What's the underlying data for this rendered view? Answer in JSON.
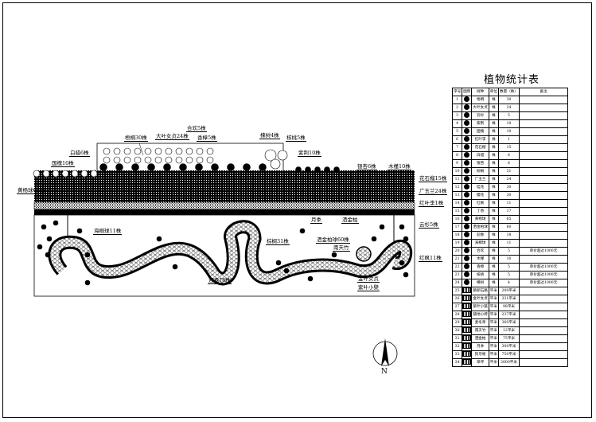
{
  "table": {
    "title": "植物统计表",
    "headers": [
      "序号",
      "图例",
      "树种",
      "单位",
      "数量（株）",
      "备注"
    ],
    "rows": [
      [
        "1",
        "梧桐",
        "株",
        "30",
        ""
      ],
      [
        "2",
        "大叶女贞",
        "株",
        "24",
        ""
      ],
      [
        "3",
        "云杉",
        "株",
        "5",
        ""
      ],
      [
        "4",
        "紫荆",
        "株",
        "10",
        ""
      ],
      [
        "5",
        "国槐",
        "株",
        "10",
        ""
      ],
      [
        "6",
        "红叶李",
        "株",
        "1",
        ""
      ],
      [
        "7",
        "花石榴",
        "株",
        "15",
        ""
      ],
      [
        "8",
        "白蜡",
        "株",
        "6",
        ""
      ],
      [
        "9",
        "银杏",
        "株",
        "6",
        ""
      ],
      [
        "10",
        "棕榈",
        "株",
        "31",
        ""
      ],
      [
        "11",
        "广玉兰",
        "株",
        "24",
        ""
      ],
      [
        "12",
        "桂花",
        "株",
        "30",
        ""
      ],
      [
        "13",
        "樱花",
        "株",
        "30",
        ""
      ],
      [
        "14",
        "红枫",
        "株",
        "11",
        ""
      ],
      [
        "15",
        "丁香",
        "株",
        "17",
        ""
      ],
      [
        "16",
        "黄杨球",
        "株",
        "65",
        ""
      ],
      [
        "17",
        "洒金柏球",
        "株",
        "60",
        ""
      ],
      [
        "18",
        "迎春",
        "株",
        "18",
        ""
      ],
      [
        "19",
        "海桐球",
        "株",
        "11",
        ""
      ],
      [
        "20",
        "合欢",
        "株",
        "5",
        "单价超过1000元"
      ],
      [
        "21",
        "木槿",
        "株",
        "10",
        ""
      ],
      [
        "22",
        "香樟",
        "株",
        "5",
        "单价超过1000元"
      ],
      [
        "23",
        "核桃",
        "株",
        "5",
        "单价超过1000元"
      ],
      [
        "24",
        "楝树",
        "株",
        "4",
        "单价超过1000元"
      ],
      [
        "25",
        "鹅卵石路",
        "平米",
        "200平米",
        ""
      ],
      [
        "26",
        "金叶女贞",
        "平米",
        "331平米",
        ""
      ],
      [
        "27",
        "紫叶小檗",
        "平米",
        "98平米",
        ""
      ],
      [
        "28",
        "铺地小砖",
        "平米",
        "237平米",
        ""
      ],
      [
        "29",
        "麦冬草",
        "平米",
        "360平米",
        ""
      ],
      [
        "30",
        "南天竹",
        "平米",
        "12平米",
        ""
      ],
      [
        "31",
        "洒金柏",
        "平米",
        "75平米",
        ""
      ],
      [
        "32",
        "月季",
        "平米",
        "300平米",
        ""
      ],
      [
        "33",
        "狗牙根",
        "平米",
        "750平米",
        ""
      ],
      [
        "34",
        "草坪",
        "平米",
        "3000平米",
        ""
      ]
    ]
  },
  "labels": {
    "wutong": "梧桐30株",
    "nvzhen": "大叶女贞24株",
    "hehuan": "合欢5株",
    "xiangzhang": "香樟5株",
    "baila": "白蜡6株",
    "guohuai": "国槐10株",
    "huangyang": "黄杨球65株",
    "lianshu": "楝树4株",
    "hetao": "核桃5株",
    "zijing": "紫荆10株",
    "yinxing": "银杏6株",
    "mujin": "木槿10株",
    "shiliu": "花石榴15株",
    "yulan": "广玉兰24株",
    "hongyeli": "红叶李1株",
    "yunshan": "云杉5株",
    "hongfeng": "红枫11株",
    "haitong": "海桐球11株",
    "zonglv": "棕榈31株",
    "sajinbaiqiu": "洒金柏球60株",
    "nantianzhu": "南天竹",
    "yueji": "月季",
    "sajinbai": "洒金柏",
    "yingchun": "迎春18株",
    "jinyenvzhen": "金叶女贞",
    "ziyexiaobo": "紫叶小檗"
  },
  "compass": {
    "north": "N"
  }
}
